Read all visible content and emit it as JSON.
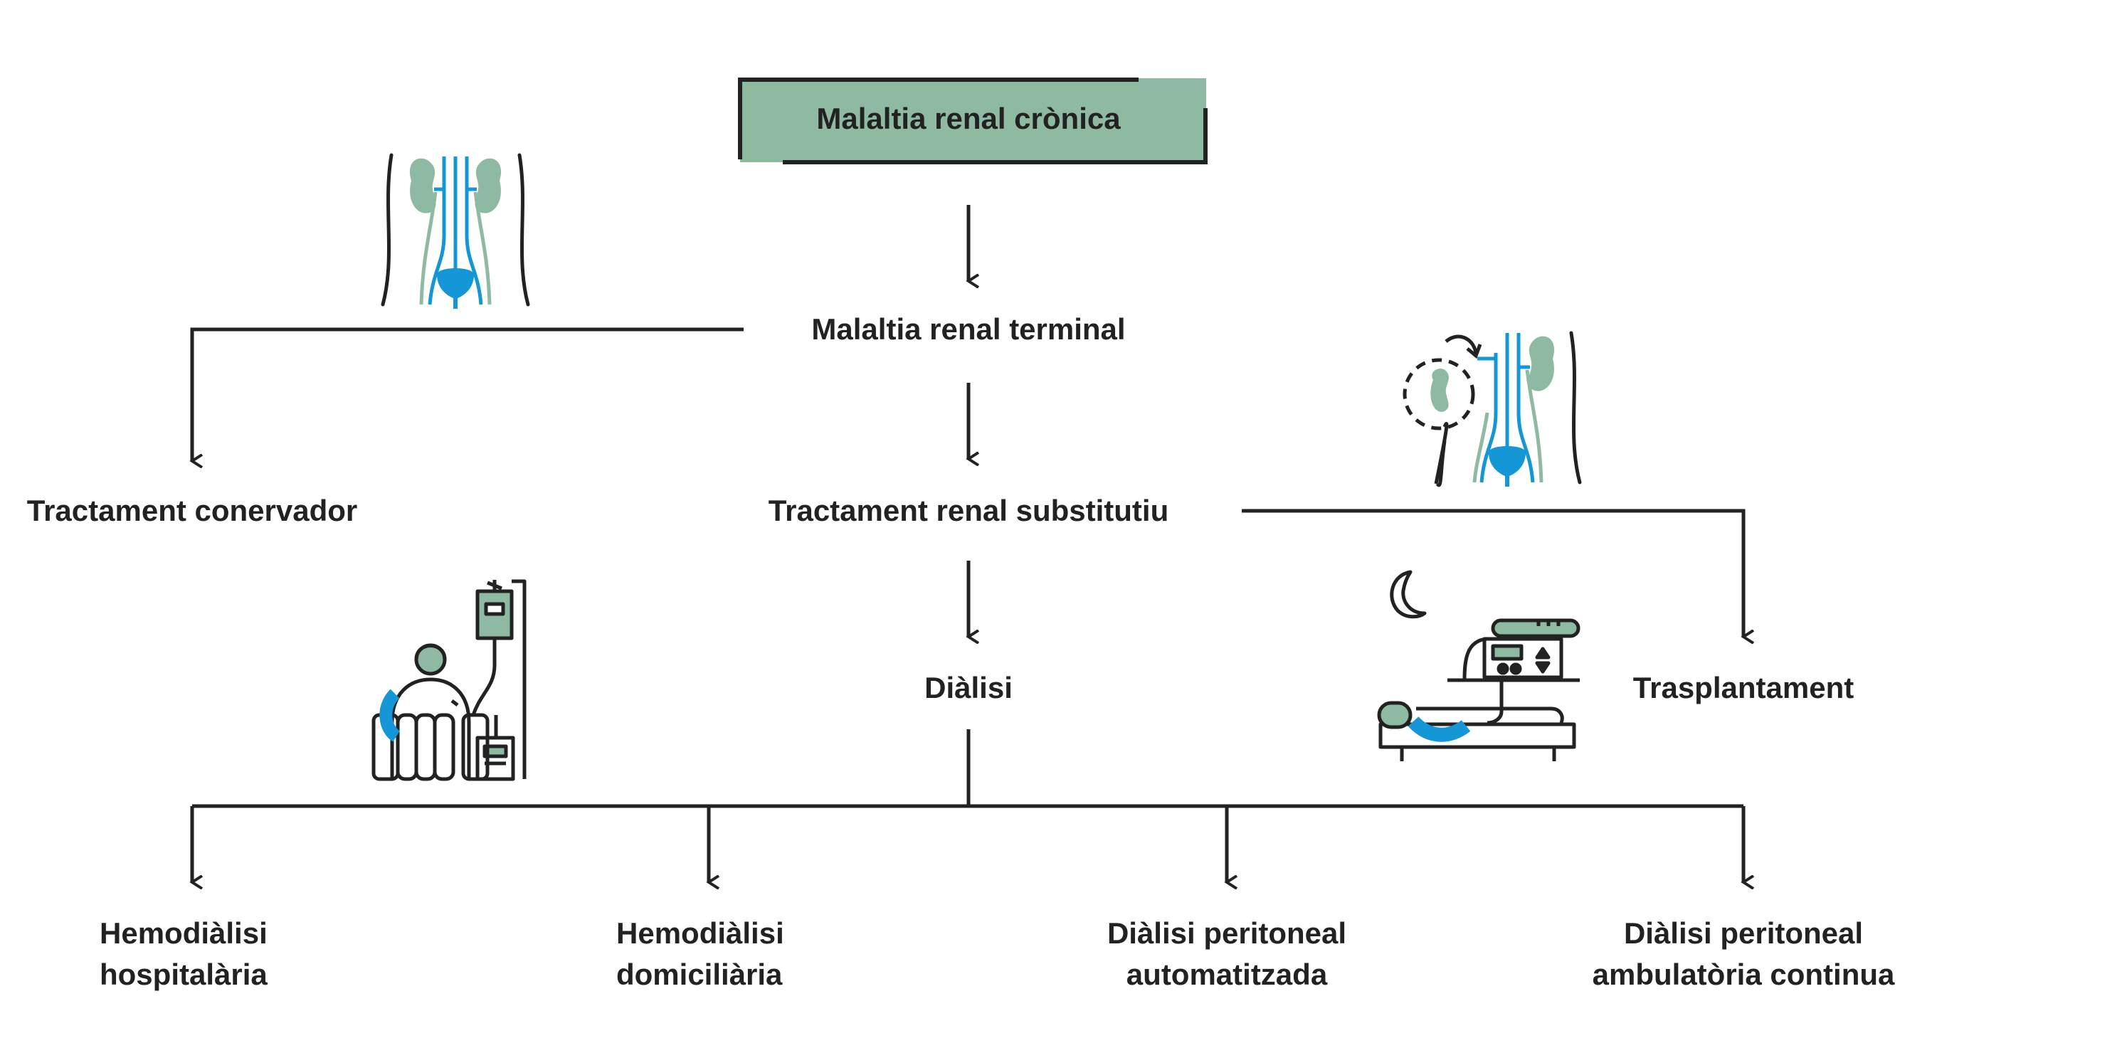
{
  "colors": {
    "sage": "#8fbaa2",
    "blue": "#1596d6",
    "ink": "#222222",
    "background": "#ffffff"
  },
  "nodes": {
    "chronic": "Malaltia renal crònica",
    "terminal": "Malaltia renal terminal",
    "conservative": "Tractament conervador",
    "replacement": "Tractament renal substitutiu",
    "dialysis": "Diàlisi",
    "transplant": "Trasplantament",
    "hemo_hospital": [
      "Hemodiàlisi",
      "hospitalària"
    ],
    "hemo_home": [
      "Hemodiàlisi",
      "domiciliària"
    ],
    "pd_automated": [
      "Diàlisi peritoneal",
      "automatitzada"
    ],
    "pd_ambulatory": [
      "Diàlisi peritoneal",
      "ambulatòria continua"
    ]
  },
  "icons": {
    "conservative": "kidney-urinary-system-icon",
    "transplant": "kidney-transplant-icon",
    "hemodialysis": "patient-dialysis-machine-icon",
    "peritoneal": "night-cycler-bed-icon"
  }
}
